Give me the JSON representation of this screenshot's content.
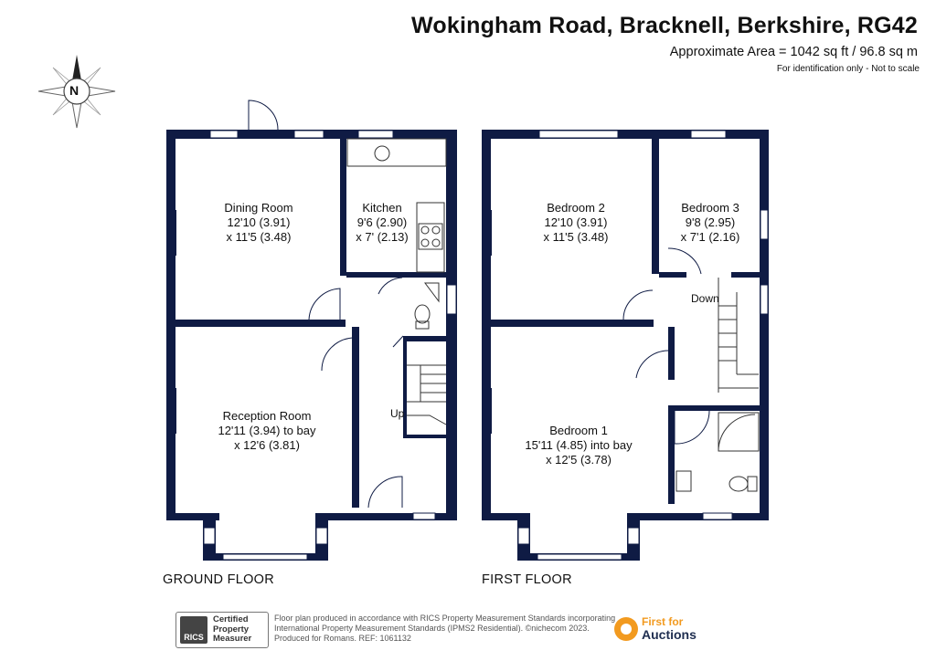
{
  "header": {
    "title": "Wokingham Road, Bracknell, Berkshire, RG42",
    "area": "Approximate Area = 1042 sq ft / 96.8 sq m",
    "identification": "For identification only - Not to scale"
  },
  "compass": {
    "label": "N"
  },
  "ground_floor": {
    "label": "GROUND FLOOR",
    "up_label": "Up",
    "rooms": [
      {
        "name": "Dining Room",
        "dim1": "12'10 (3.91)",
        "dim2": "x 11'5 (3.48)"
      },
      {
        "name": "Kitchen",
        "dim1": "9'6 (2.90)",
        "dim2": "x 7' (2.13)"
      },
      {
        "name": "Reception Room",
        "dim1": "12'11 (3.94) to bay",
        "dim2": "x 12'6 (3.81)"
      }
    ]
  },
  "first_floor": {
    "label": "FIRST FLOOR",
    "down_label": "Down",
    "rooms": [
      {
        "name": "Bedroom 2",
        "dim1": "12'10 (3.91)",
        "dim2": "x 11'5 (3.48)"
      },
      {
        "name": "Bedroom 3",
        "dim1": "9'8 (2.95)",
        "dim2": "x 7'1 (2.16)"
      },
      {
        "name": "Bedroom 1",
        "dim1": "15'11 (4.85) into bay",
        "dim2": "x 12'5 (3.78)"
      }
    ]
  },
  "footer": {
    "rics_badge": "RICS",
    "rics_line1": "Certified",
    "rics_line2": "Property",
    "rics_line3": "Measurer",
    "text_line1": "Floor plan produced in accordance with RICS Property Measurement Standards incorporating",
    "text_line2": "International Property Measurement Standards (IPMS2 Residential).  ©nichecom 2023.",
    "text_line3": "Produced for Romans.   REF: 1061132",
    "brand_top": "First for",
    "brand_bottom": "Auctions"
  },
  "colors": {
    "wall": "#0f1b44",
    "accent": "#f29a1f"
  }
}
